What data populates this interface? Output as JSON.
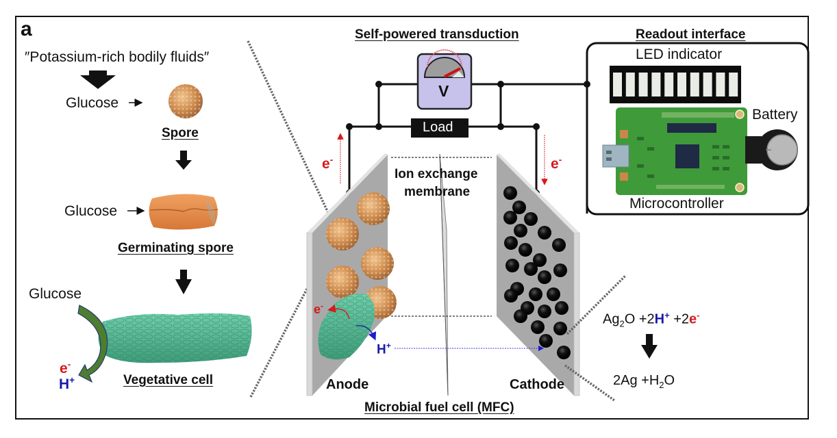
{
  "panel_label": "a",
  "left_panel": {
    "source_text": "″Potassium-rich bodily fluids″",
    "stages": [
      {
        "input": "Glucose",
        "name": "Spore"
      },
      {
        "input": "Glucose",
        "name": "Germinating spore"
      },
      {
        "input": "Glucose",
        "name": "Vegetative cell"
      }
    ],
    "products": {
      "electron": "e",
      "electron_charge": "-",
      "proton": "H",
      "proton_charge": "+"
    }
  },
  "center_panel": {
    "title": "Self-powered transduction",
    "voltmeter_symbol": "V",
    "load_label": "Load",
    "anode_current": {
      "symbol": "e",
      "charge": "-",
      "direction": "up"
    },
    "cathode_current": {
      "symbol": "e",
      "charge": "-",
      "direction": "down"
    },
    "membrane_label_line1": "Ion exchange",
    "membrane_label_line2": "membrane",
    "anode_label": "Anode",
    "cathode_label": "Cathode",
    "inner_electron": {
      "symbol": "e",
      "charge": "-"
    },
    "inner_proton": {
      "symbol": "H",
      "charge": "+"
    },
    "footer_title": "Microbial fuel cell (MFC)"
  },
  "right_panel": {
    "title": "Readout interface",
    "led_label": "LED indicator",
    "led_segments": 10,
    "battery_label": "Battery",
    "microcontroller_label": "Microcontroller"
  },
  "reaction": {
    "reactant_a": "Ag",
    "reactant_a_sub": "2",
    "reactant_a_tail": "O",
    "plus1": " +2",
    "proton": "H",
    "proton_charge": "+",
    "plus2": " +2",
    "electron": "e",
    "electron_charge": "-",
    "product_a": "2Ag +H",
    "product_sub": "2",
    "product_tail": "O"
  },
  "colors": {
    "electron": "#d7191c",
    "proton": "#1a1aa8",
    "electrode": "#b4b4b4",
    "voltmeter": "#c7c2ec",
    "spore": "#c98a4e",
    "cell": "#5fbf9a",
    "pcb": "#3f9a3a"
  }
}
